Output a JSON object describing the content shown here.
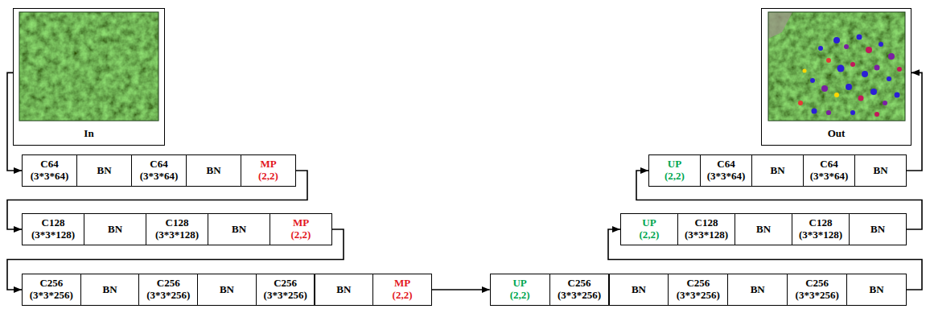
{
  "diagram": {
    "nodes": [
      {
        "text": [
          "In"
        ]
      },
      {
        "text": [
          "Out"
        ]
      },
      {
        "text": [
          "C64",
          "(3*3*64)"
        ]
      },
      {
        "text": [
          "BN"
        ]
      },
      {
        "text": [
          "C64",
          "(3*3*64)"
        ]
      },
      {
        "text": [
          "BN"
        ]
      },
      {
        "text": [
          "MP",
          "(2,2)"
        ]
      },
      {
        "text": [
          "UP",
          "(2,2)"
        ]
      },
      {
        "text": [
          "C64",
          "(3*3*64)"
        ]
      },
      {
        "text": [
          "BN"
        ]
      },
      {
        "text": [
          "C64",
          "(3*3*64)"
        ]
      },
      {
        "text": [
          "BN"
        ]
      },
      {
        "text": [
          "C128",
          "(3*3*128)"
        ]
      },
      {
        "text": [
          "BN"
        ]
      },
      {
        "text": [
          "C128",
          "(3*3*128)"
        ]
      },
      {
        "text": [
          "BN"
        ]
      },
      {
        "text": [
          "MP",
          "(2,2)"
        ]
      },
      {
        "text": [
          "UP",
          "(2,2)"
        ]
      },
      {
        "text": [
          "C128",
          "(3*3*128)"
        ]
      },
      {
        "text": [
          "BN"
        ]
      },
      {
        "text": [
          "C128",
          "(3*3*128)"
        ]
      },
      {
        "text": [
          "BN"
        ]
      },
      {
        "text": [
          "C256",
          "(3*3*256)"
        ]
      },
      {
        "text": [
          "BN"
        ]
      },
      {
        "text": [
          "C256",
          "(3*3*256)"
        ]
      },
      {
        "text": [
          "BN"
        ]
      },
      {
        "text": [
          "C256",
          "(3*3*256)"
        ]
      },
      {
        "text": [
          "BN"
        ]
      },
      {
        "text": [
          "MP",
          "(2,2)"
        ]
      },
      {
        "text": [
          "UP",
          "(2,2)"
        ]
      },
      {
        "text": [
          "C256",
          "(3*3*256)"
        ]
      },
      {
        "text": [
          "BN"
        ]
      },
      {
        "text": [
          "C256",
          "(3*3*256)"
        ]
      },
      {
        "text": [
          "BN"
        ]
      },
      {
        "text": [
          "C256",
          "(3*3*256)"
        ]
      },
      {
        "text": [
          "BN"
        ]
      }
    ],
    "edges": [
      {
        "from": 0,
        "to": 2,
        "arrow": "to"
      },
      {
        "from": 6,
        "to": 12,
        "arrow": "to"
      },
      {
        "from": 16,
        "to": 22,
        "arrow": "to"
      },
      {
        "from": 28,
        "to": 29,
        "arrow": "to"
      },
      {
        "from": 35,
        "to": 17,
        "arrow": "to"
      },
      {
        "from": 21,
        "to": 7,
        "arrow": "to"
      },
      {
        "from": 11,
        "to": 1,
        "arrow": "to"
      }
    ]
  }
}
